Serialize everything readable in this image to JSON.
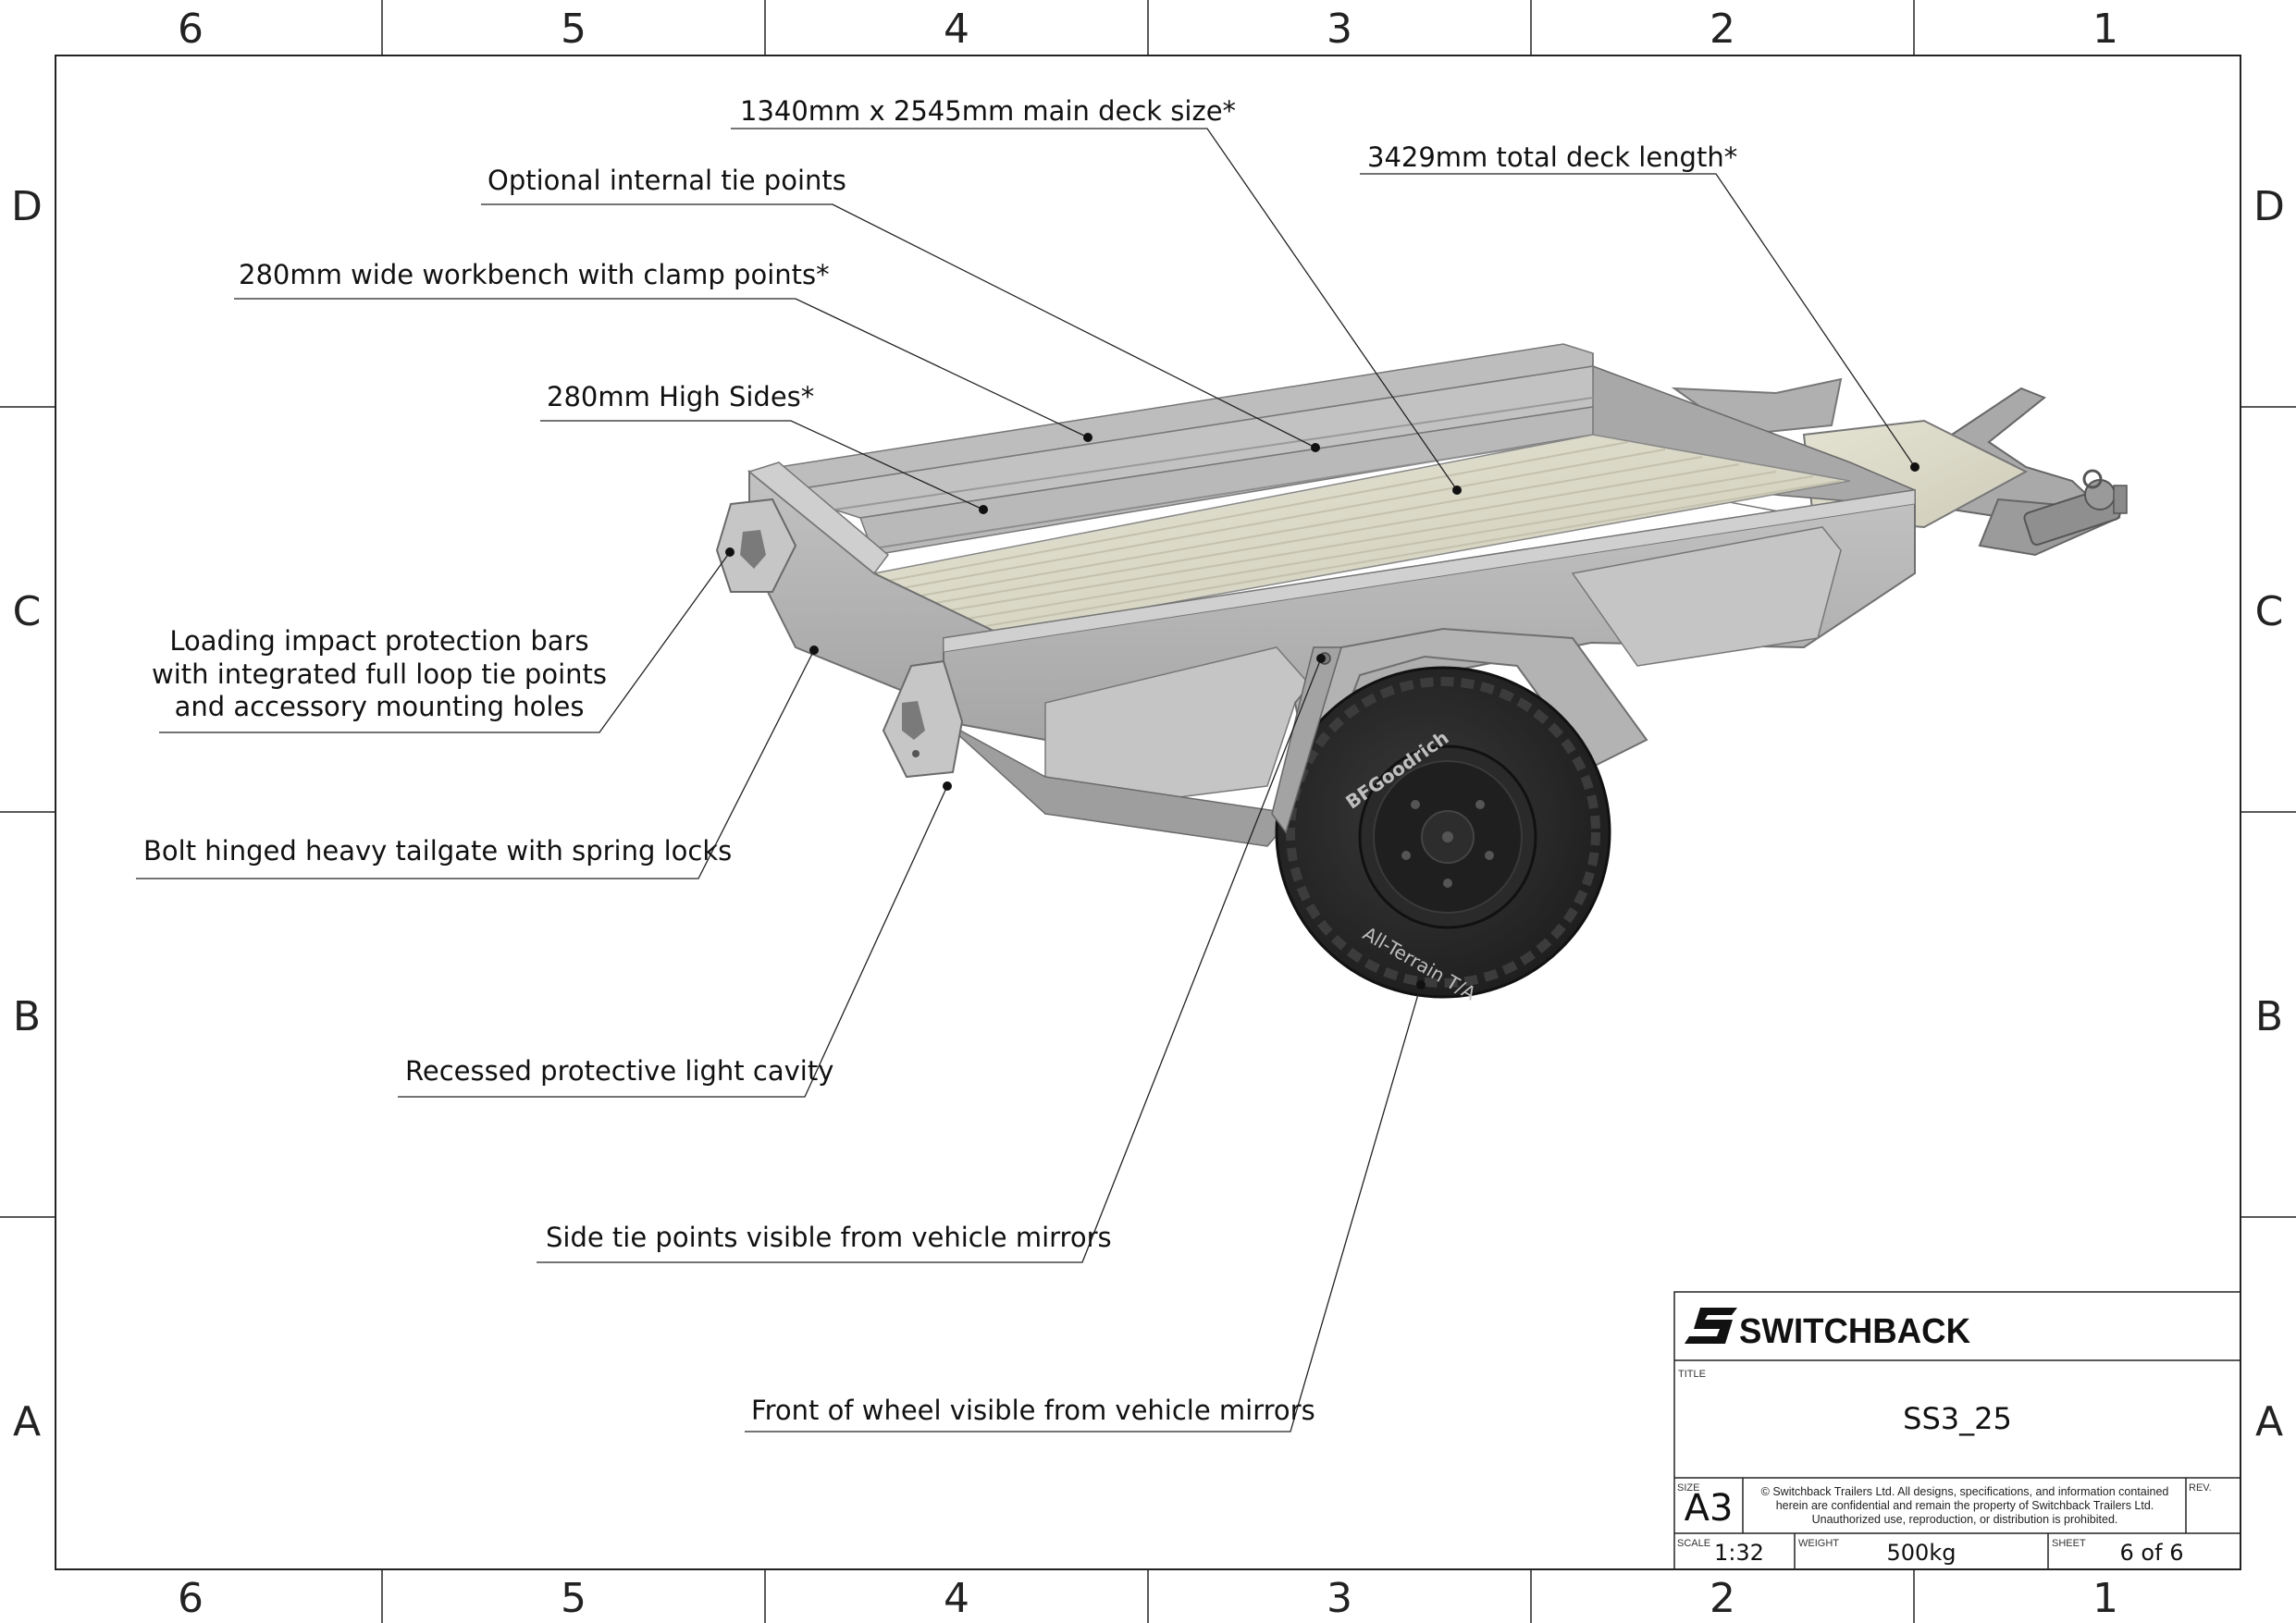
{
  "zones": {
    "columns": [
      "6",
      "5",
      "4",
      "3",
      "2",
      "1"
    ],
    "rows": [
      "D",
      "C",
      "B",
      "A"
    ]
  },
  "callouts": {
    "deck_size": "1340mm x 2545mm main deck size*",
    "total_length": "3429mm total deck length*",
    "internal_tie": "Optional internal tie points",
    "workbench": "280mm wide workbench with clamp points*",
    "high_sides": "280mm High Sides*",
    "impact_bars": [
      "Loading impact protection bars",
      "with integrated full loop tie points",
      "and accessory mounting holes"
    ],
    "tailgate": "Bolt hinged heavy tailgate with spring locks",
    "light_cavity": "Recessed protective light cavity",
    "side_tie": "Side tie points visible from vehicle mirrors",
    "wheel_front": "Front of wheel visible from vehicle mirrors"
  },
  "tire": {
    "brand": "BFGoodrich",
    "model": "All-Terrain T/A"
  },
  "title_block": {
    "logo": "SWITCHBACK",
    "title_label": "TITLE",
    "title": "SS3_25",
    "size_label": "SIZE",
    "size": "A3",
    "copyright": [
      "© Switchback Trailers Ltd. All designs, specifications, and information contained",
      "herein are confidential and remain the property of Switchback Trailers Ltd.",
      "Unauthorized use, reproduction, or distribution is prohibited."
    ],
    "rev_label": "REV.",
    "scale_label": "SCALE",
    "scale": "1:32",
    "weight_label": "WEIGHT",
    "weight": "500kg",
    "sheet_label": "SHEET",
    "sheet": "6 of 6"
  },
  "colors": {
    "steel": "#b5b5b5",
    "steel_dark": "#8e8e8e",
    "deck": "#dcdac8",
    "tire": "#2b2b2b",
    "rim": "#1c1c1c"
  }
}
